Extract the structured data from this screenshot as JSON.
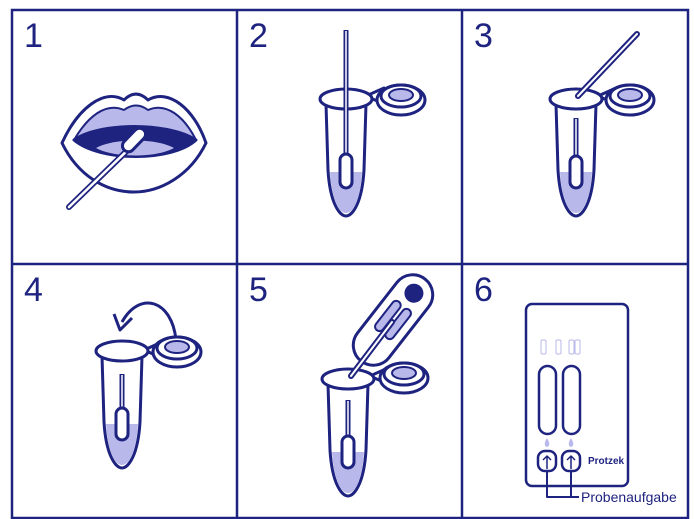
{
  "colors": {
    "navy": "#1e2380",
    "lavender": "#b9b8ea",
    "white": "#ffffff"
  },
  "panels": [
    {
      "number": "1",
      "scene": "mouth-swab"
    },
    {
      "number": "2",
      "scene": "swab-in-tube"
    },
    {
      "number": "3",
      "scene": "swab-tilted-out"
    },
    {
      "number": "4",
      "scene": "close-lid"
    },
    {
      "number": "5",
      "scene": "pipette-drop"
    },
    {
      "number": "6",
      "scene": "test-cassette"
    }
  ],
  "cassette": {
    "brand": "Protzek",
    "sample_label": "Probenaufgabe"
  }
}
